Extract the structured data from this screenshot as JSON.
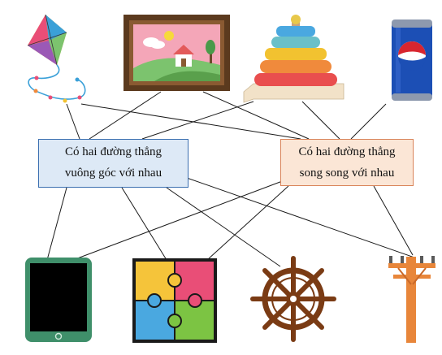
{
  "boxes": {
    "perpendicular": {
      "line1": "Có hai đường thẳng",
      "line2": "vuông góc với nhau"
    },
    "parallel": {
      "line1": "Có hai đường thẳng",
      "line2": "song song với nhau"
    }
  },
  "items_top": [
    {
      "name": "kite-icon",
      "colors": [
        "#e94e77",
        "#3aa0d8",
        "#f2c230",
        "#7cc36e"
      ]
    },
    {
      "name": "framed-picture-icon",
      "colors": [
        "#6b4a2b",
        "#f4a6b8",
        "#8cc56a"
      ]
    },
    {
      "name": "stacking-rings-toy-icon",
      "colors": [
        "#3aa0d8",
        "#f2c230",
        "#f08a3c",
        "#e94e4e"
      ]
    },
    {
      "name": "soda-can-icon",
      "colors": [
        "#1c4fb5",
        "#d8262f"
      ]
    }
  ],
  "items_bottom": [
    {
      "name": "tablet-icon",
      "colors": [
        "#3f8f6a",
        "#000000"
      ]
    },
    {
      "name": "jigsaw-puzzle-icon",
      "colors": [
        "#f5c43a",
        "#e94e77",
        "#4aa8e0",
        "#7cc443"
      ]
    },
    {
      "name": "ship-wheel-icon",
      "colors": [
        "#7a3b14"
      ]
    },
    {
      "name": "utility-pole-icon",
      "colors": [
        "#e8863a",
        "#5a5a5a"
      ]
    }
  ]
}
